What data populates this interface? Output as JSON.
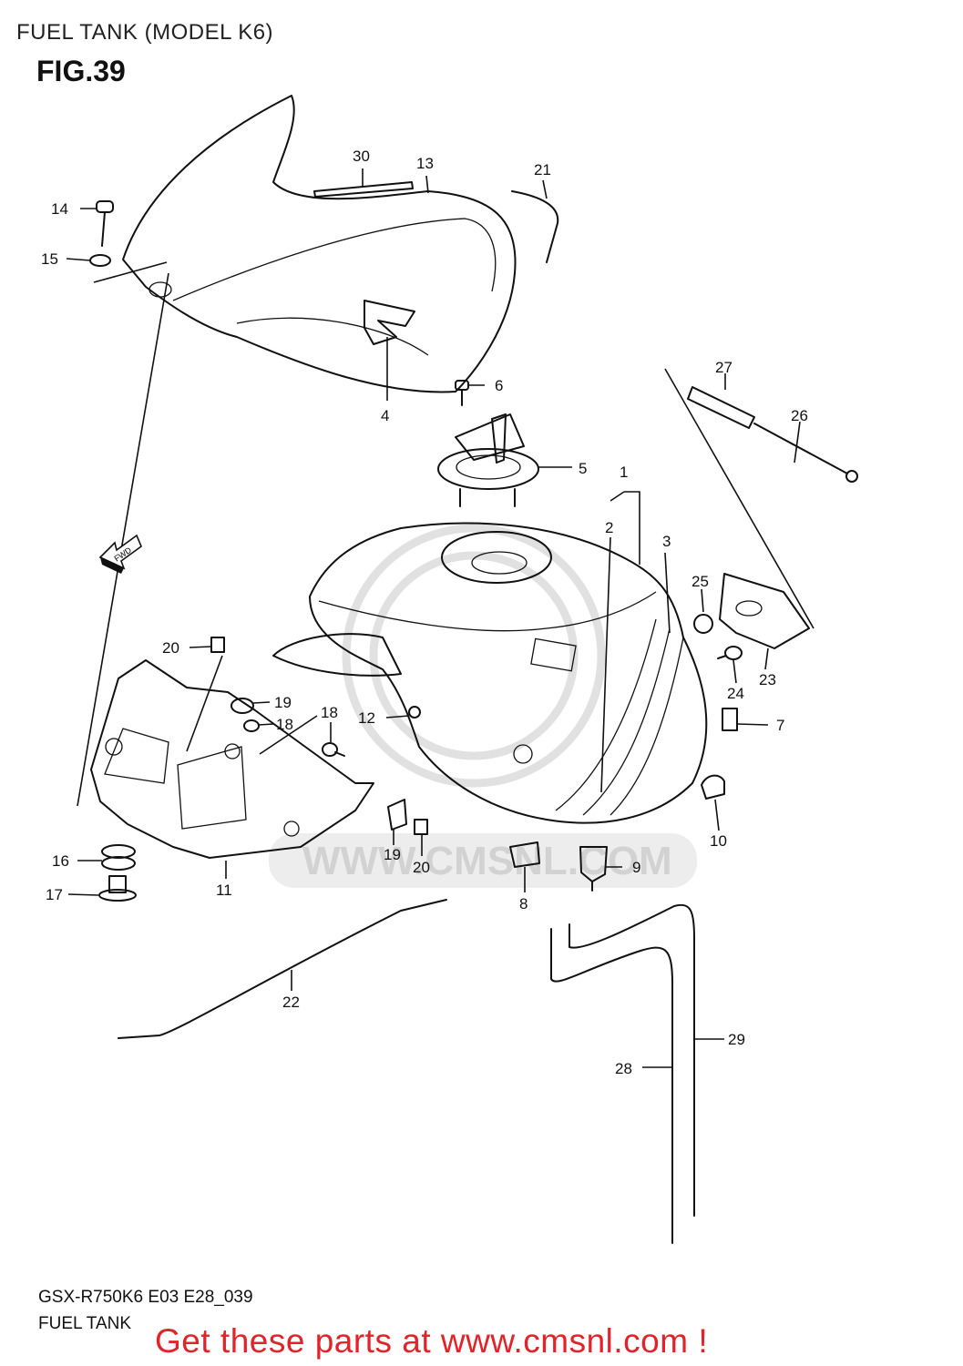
{
  "header": {
    "title": "FUEL TANK (MODEL K6)",
    "figure": "FIG.39"
  },
  "watermark": {
    "text": "WWW.CMSNL.COM"
  },
  "callouts": [
    "1",
    "2",
    "3",
    "4",
    "5",
    "6",
    "7",
    "8",
    "9",
    "10",
    "11",
    "12",
    "13",
    "14",
    "15",
    "16",
    "17",
    "18",
    "18",
    "19",
    "19",
    "20",
    "20",
    "21",
    "22",
    "23",
    "24",
    "25",
    "26",
    "27",
    "28",
    "29",
    "30"
  ],
  "direction_marker": "FWD",
  "footer": {
    "model_code": "GSX-R750K6 E03 E28_039",
    "section_name": "FUEL TANK",
    "promo": "Get these parts at www.cmsnl.com !"
  }
}
